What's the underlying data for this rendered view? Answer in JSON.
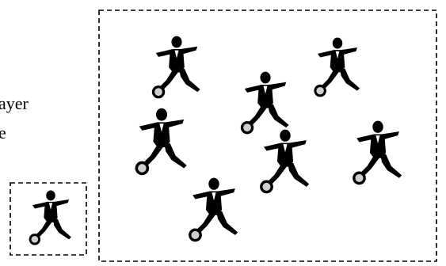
{
  "label": {
    "line1": "ayer",
    "line2": "e"
  },
  "figure": {
    "subject": "soccer-player-with-ball",
    "group_player_count": 7,
    "single_player_count": 1,
    "box_style": "dashed",
    "ink_color": "#000000",
    "ball_fill_color": "#cfcfcf",
    "background_color": "#ffffff"
  }
}
